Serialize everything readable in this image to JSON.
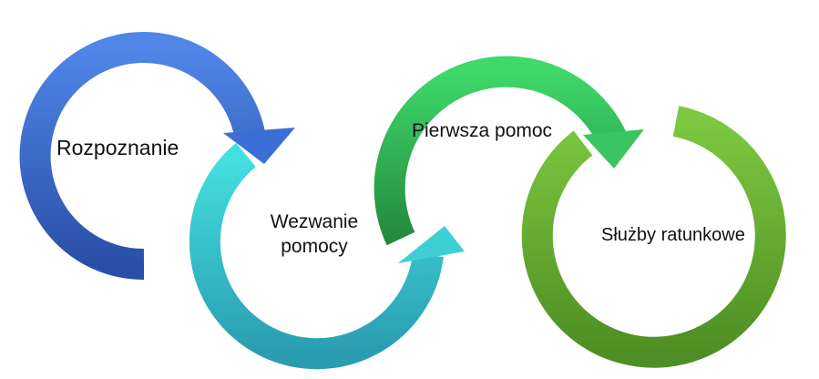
{
  "diagram": {
    "steps": [
      {
        "label": "Rozpoznanie",
        "color_dark": "#2f58b8",
        "color_light": "#4f86e8"
      },
      {
        "label": "Wezwanie\npomocy",
        "color_dark": "#2aa7b8",
        "color_light": "#4fe0e0"
      },
      {
        "label": "Pierwsza pomoc",
        "color_dark": "#2a9a48",
        "color_light": "#3fd86a"
      },
      {
        "label": "Służby ratunkowe",
        "color_dark": "#5a9e2a",
        "color_light": "#86cc48"
      }
    ]
  }
}
